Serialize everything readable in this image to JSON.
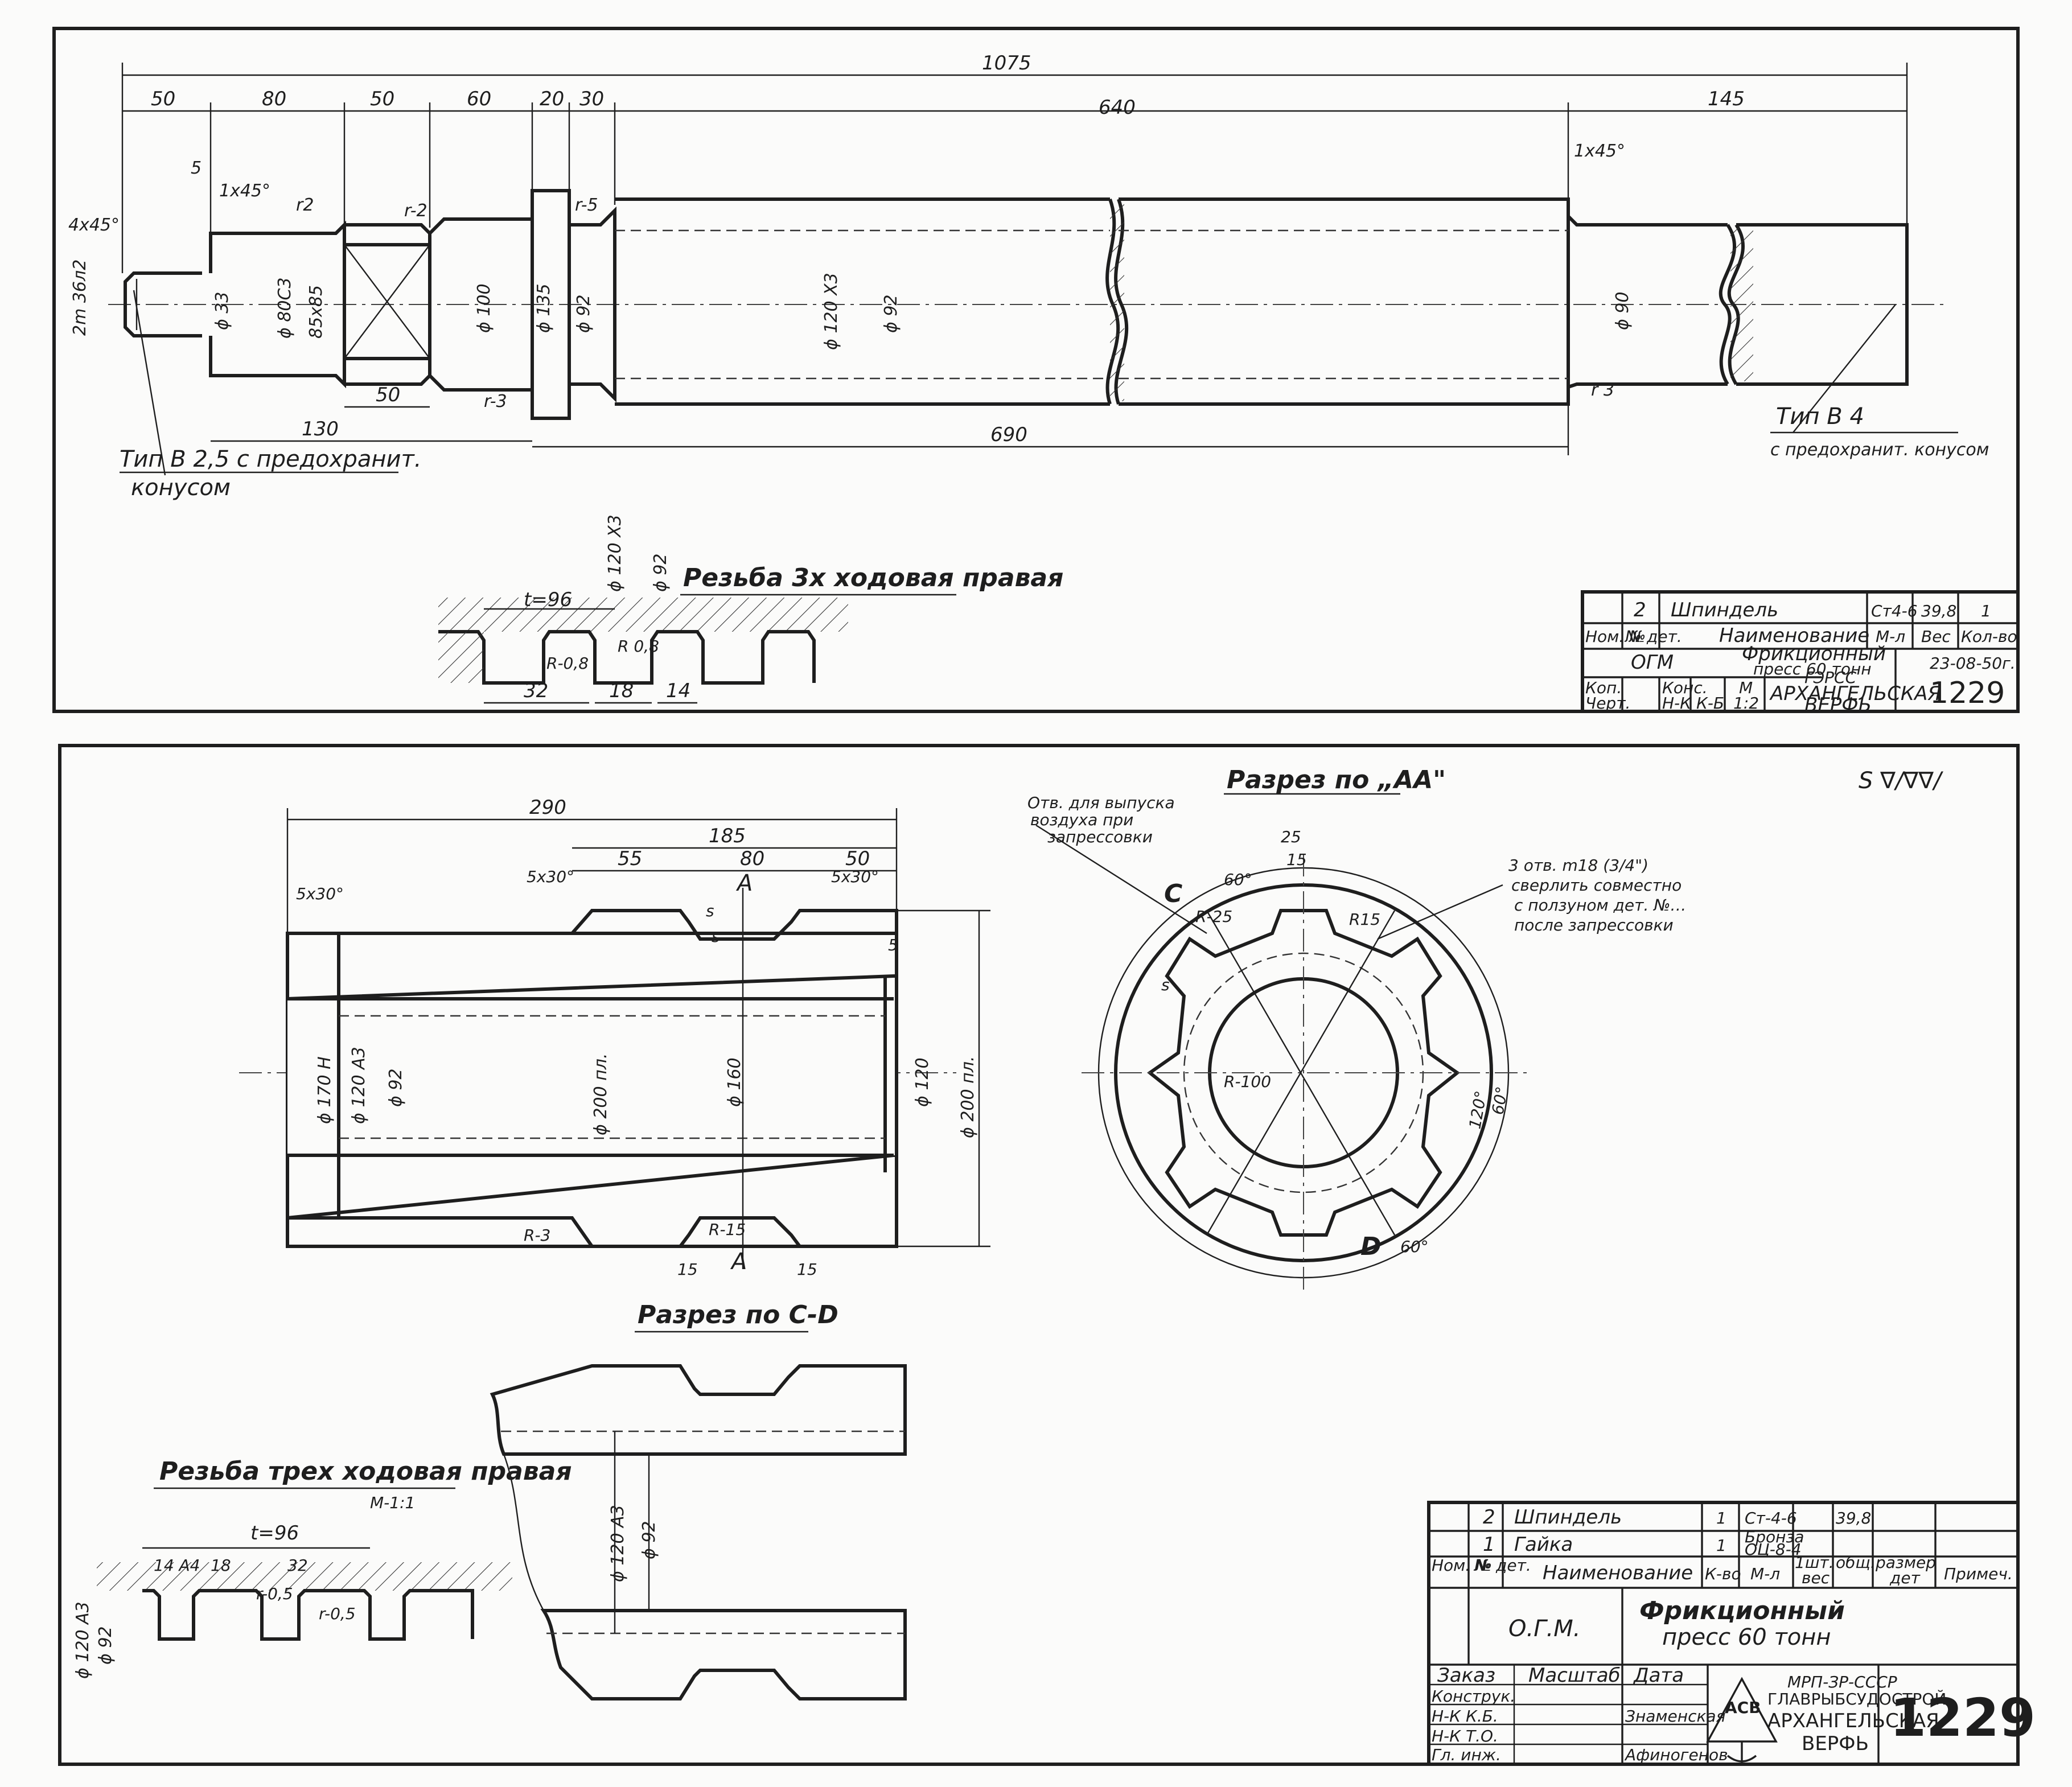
{
  "sheet1": {
    "dims": {
      "total": "1075",
      "d50a": "50",
      "d80": "80",
      "d50b": "50",
      "d60": "60",
      "d20": "20",
      "d30": "30",
      "d640": "640",
      "d145": "145",
      "d5": "5",
      "ch1": "1x45°",
      "ch4": "4x45°",
      "ch1r": "1x45°",
      "r2": "r2",
      "r2b": "r-2",
      "r5": "r-5",
      "r3": "r-3",
      "r3b": "r 3",
      "thread": "2m 36л2",
      "dia33": "ϕ 33",
      "dia80": "ϕ 80С3",
      "sq": "85x85",
      "dia100": "ϕ 100",
      "dia135": "ϕ 135",
      "dia92a": "ϕ 92",
      "dia120": "ϕ 120 Х3",
      "dia92b": "ϕ 92",
      "dia90": "ϕ 90",
      "d50c": "50",
      "d130": "130",
      "d690": "690"
    },
    "note_left_1": "Тип В 2,5  с  предохранит.",
    "note_left_2": "конусом",
    "note_right_1": "Тип  В 4",
    "note_right_2": "с  предохранит. конусом",
    "thread_title": "Резьба 3х ходовая правая",
    "thread_dims": {
      "t": "t=96",
      "d120": "ϕ 120 Х3",
      "d92": "ϕ 92",
      "r08a": "R-0,8",
      "r08b": "R 0,8",
      "d32": "32",
      "d18": "18",
      "d14": "14"
    },
    "title_block": {
      "pos": "2",
      "name": "Шпиндель",
      "material": "Ст4-6",
      "weight": "39,8",
      "qty": "1",
      "h_nom": "Ном. №",
      "h_det": "№ дет.",
      "h_name": "Наименование",
      "h_mat": "М-л",
      "h_wt": "Вес",
      "h_qty": "Кол-во",
      "dept": "ОГМ",
      "product_1": "Фрикционный",
      "product_2": "пресс  60 тонн",
      "date": "23-08-50г.",
      "r_kop": "Коп.",
      "r_cher": "Черт.",
      "r_kons": "Конс.",
      "r_nk": "Н-К К-Б",
      "scale_m": "М",
      "scale": "1:2",
      "org_1": "ГЭРСС",
      "org_2": "АРХАНГЕЛЬСКАЯ",
      "org_3": "ВЕРФЬ",
      "number": "1229"
    }
  },
  "sheet2": {
    "surface_note": "S ∇/∇∇/",
    "nut_dims": {
      "d290": "290",
      "d185": "185",
      "d55": "55",
      "d80": "80",
      "d50": "50",
      "ch5a": "5x30°",
      "ch5b": "5x30°",
      "ch5c": "5x30°",
      "d5": "5",
      "A_top": "A",
      "A_bot": "A",
      "s1": "s",
      "s2": "s",
      "dia170": "ϕ 170 Н",
      "dia120a": "ϕ 120 А3",
      "dia92": "ϕ 92",
      "dia200a": "ϕ 200 пл.",
      "dia160": "ϕ 160",
      "dia120b": "ϕ 120",
      "dia200b": "ϕ 200 пл.",
      "r3": "R-3",
      "r15": "R-15",
      "d15a": "15",
      "d15b": "15"
    },
    "section_aa_title": "Разрез по „АА\"",
    "aa_labels": {
      "vent_1": "Отв. для выпуска",
      "vent_2": "воздуха при",
      "vent_3": "запрессовки",
      "holes_1": "3 отв. m18 (3/4\")",
      "holes_2": "сверлить совместно",
      "holes_3": "с ползуном дет. №…",
      "holes_4": "после запрессовки",
      "d25": "25",
      "d15": "15",
      "a60a": "60°",
      "a60b": "60°",
      "a60c": "60°",
      "a120": "120°",
      "C": "C",
      "D": "D",
      "r100": "R-100",
      "r25": "R-25",
      "r15s": "R15",
      "s": "s"
    },
    "section_cd_title": "Разрез по C-D",
    "cd_labels": {
      "dia120": "ϕ 120 А3",
      "dia92": "ϕ 92"
    },
    "thread2_title": "Резьба трех ходовая правая",
    "thread2_scale": "М-1:1",
    "thread2_dims": {
      "t": "t=96",
      "d14": "14 А4",
      "d18": "18",
      "d32": "32",
      "r05a": "r-0,5",
      "r05b": "r-0,5",
      "dia120": "ϕ 120 А3",
      "dia92": "ϕ 92"
    },
    "title_block": {
      "row1_pos": "2",
      "row1_name": "Шпиндель",
      "row1_qty": "1",
      "row1_mat": "Ст-4-6",
      "row1_wt": "39,8",
      "row2_pos": "1",
      "row2_name": "Гайка",
      "row2_qty": "1",
      "row2_mat_1": "Бронза",
      "row2_mat_2": "ОЦ-8-4",
      "h_nom": "Ном. №",
      "h_det": "№ дет.",
      "h_name": "Наименование",
      "h_qty": "К-во",
      "h_mat": "М-л",
      "h_wt_1": "1шт.",
      "h_wt_2": "вес",
      "h_wt_3": "общ.",
      "h_size_1": "размер",
      "h_size_2": "дет",
      "h_note": "Примеч.",
      "dept": "О.Г.М.",
      "product_1": "Фрикционный",
      "product_2": "пресс  60 тонн",
      "order": "Заказ",
      "scale": "Масштаб",
      "date": "Дата",
      "r_konstr": "Конструк.",
      "r_nkkb": "Н-К К.Б.",
      "r_nkto": "Н-К Т.О.",
      "r_gling": "Гл. инж.",
      "s1": "Знаменская",
      "s2": "Афиногенов",
      "logo": "АСВ",
      "org_1": "МРП-ЗР-СССР",
      "org_2": "ГЛАВРЫБСУДОСТРОЙ",
      "org_3": "АРХАНГЕЛЬСКАЯ",
      "org_4": "ВЕРФЬ",
      "number": "1229"
    }
  }
}
